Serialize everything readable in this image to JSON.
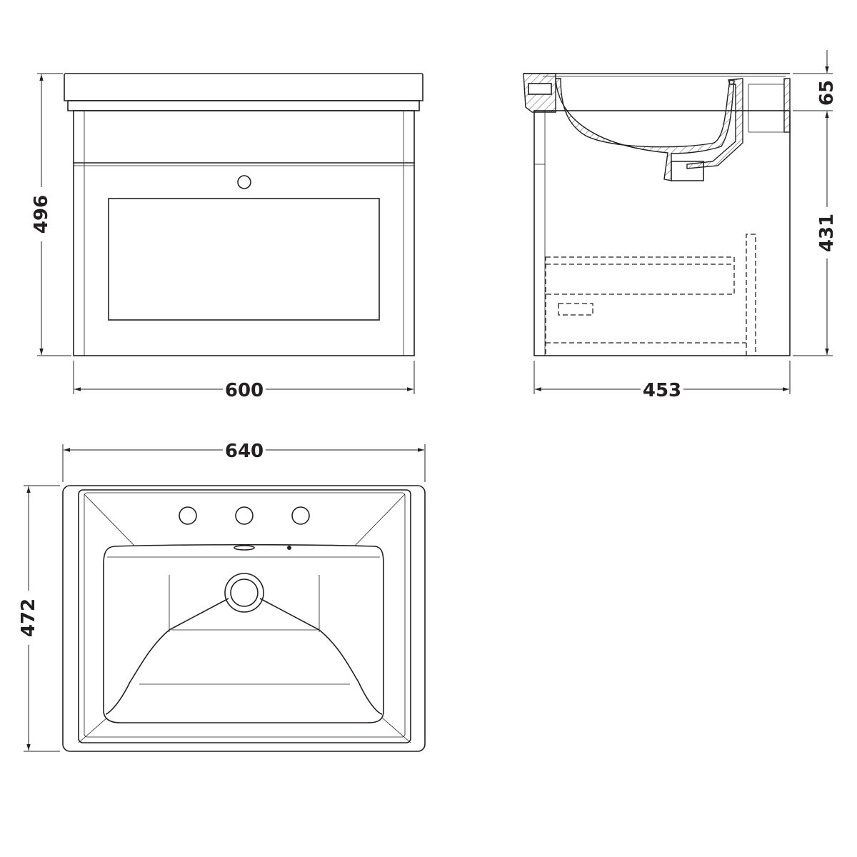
{
  "dimensions": {
    "front_height": "496",
    "front_width": "600",
    "side_depth": "453",
    "side_basin_height": "65",
    "side_cabinet_height": "431",
    "top_width": "640",
    "top_depth": "472"
  },
  "colors": {
    "line": "#231f20",
    "background": "#ffffff"
  }
}
